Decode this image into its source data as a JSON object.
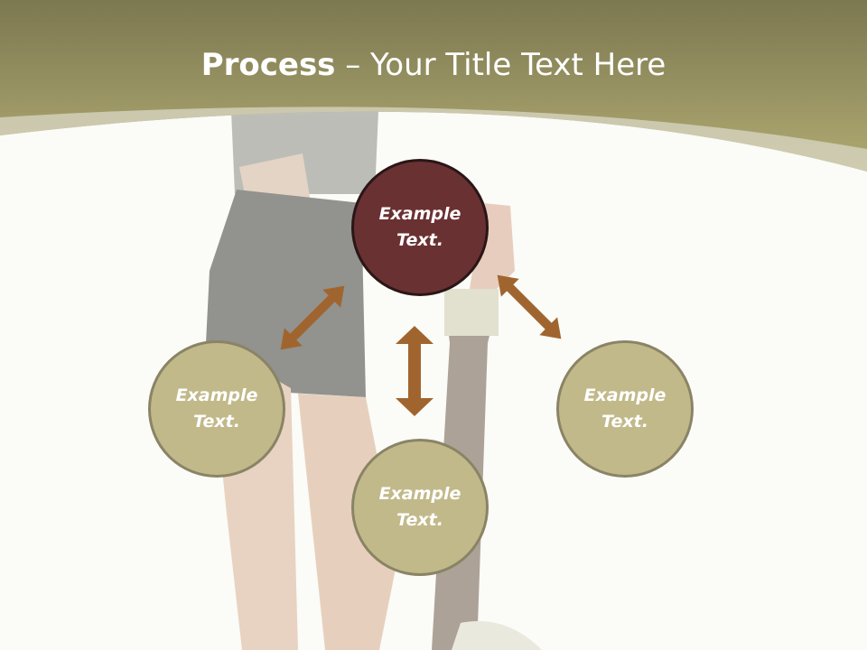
{
  "title": {
    "bold": "Process",
    "rest": " – Your Title Text Here"
  },
  "nodes": {
    "top": "Example Text.",
    "left": "Example Text.",
    "bottom": "Example Text.",
    "right": "Example Text."
  },
  "colors": {
    "banner": "#a6a26a",
    "highlight_circle": "#6a3132",
    "circle": "#c2b98a",
    "arrow": "#a0652f"
  }
}
